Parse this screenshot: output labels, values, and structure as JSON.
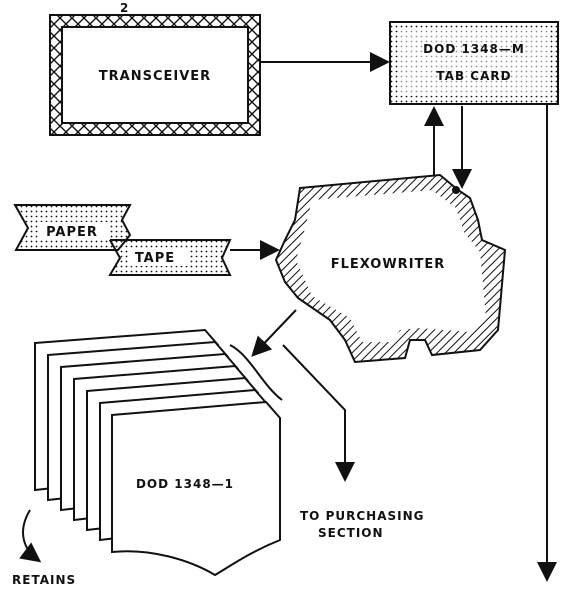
{
  "colors": {
    "ink": "#111111",
    "paper": "#ffffff"
  },
  "top_mark": "2",
  "boxes": {
    "transceiver": "TRANSCEIVER",
    "tab_card_line1": "DOD 1348—M",
    "tab_card_line2": "TAB CARD",
    "flexowriter": "FLEXOWRITER"
  },
  "paper_tape": {
    "line1": "PAPER",
    "line2": "TAPE"
  },
  "form": {
    "label": "DOD 1348—1"
  },
  "labels": {
    "to_purchasing_line1": "TO PURCHASING",
    "to_purchasing_line2": "SECTION",
    "retains": "RETAINS"
  }
}
